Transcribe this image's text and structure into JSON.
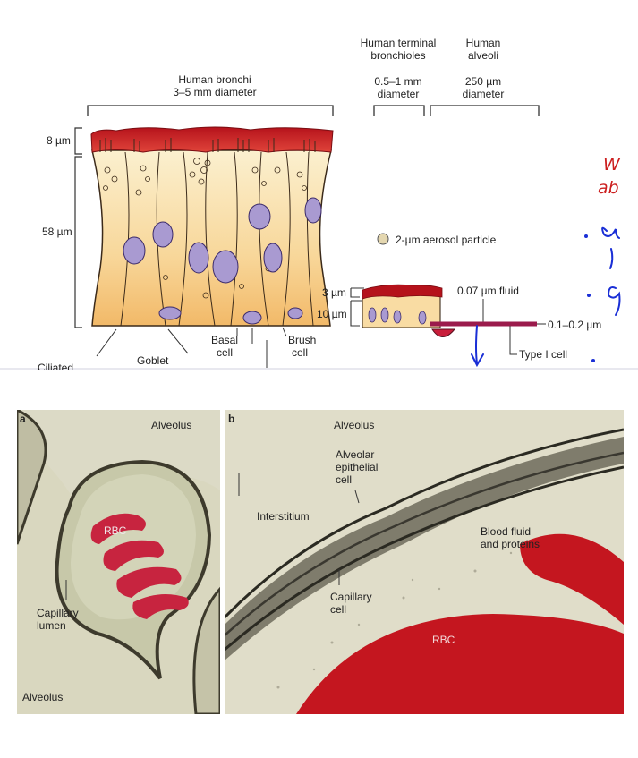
{
  "top": {
    "bronchi_title": "Human bronchi",
    "bronchi_diameter": "3–5 mm diameter",
    "terminal_title_1": "Human terminal",
    "terminal_title_2": "bronchioles",
    "terminal_diameter_1": "0.5–1 mm",
    "terminal_diameter_2": "diameter",
    "alveoli_title_1": "Human",
    "alveoli_title_2": "alveoli",
    "alveoli_diameter_1": "250 µm",
    "alveoli_diameter_2": "diameter",
    "dim_8um": "8 µm",
    "dim_58um": "58 µm",
    "dim_3um": "3 µm",
    "dim_10um": "10 µm",
    "aerosol_label": "2-µm aerosol particle",
    "fluid_label": "0.07 µm fluid",
    "thickness_label": "0.1–0.2 µm",
    "ciliated_label": "Ciliated",
    "goblet_label": "Goblet",
    "basal_label_1": "Basal",
    "basal_label_2": "cell",
    "brush_label_1": "Brush",
    "brush_label_2": "cell",
    "type1_label": "Type I cell"
  },
  "annotations": {
    "handwriting_1": "W",
    "handwriting_2": "ab",
    "ink_red": "#cc1f1f",
    "ink_blue": "#1a2fd6"
  },
  "micro_a": {
    "panel_letter": "a",
    "alveolus_top": "Alveolus",
    "rbc": "RBC",
    "capillary_1": "Capillary",
    "capillary_2": "lumen",
    "alveolus_bottom": "Alveolus"
  },
  "micro_b": {
    "panel_letter": "b",
    "alveolus": "Alveolus",
    "epithelial_1": "Alveolar",
    "epithelial_2": "epithelial",
    "epithelial_3": "cell",
    "interstitium": "Interstitium",
    "blood_fluid_1": "Blood fluid",
    "blood_fluid_2": "and proteins",
    "capillary_1": "Capillary",
    "capillary_2": "cell",
    "rbc": "RBC"
  }
}
